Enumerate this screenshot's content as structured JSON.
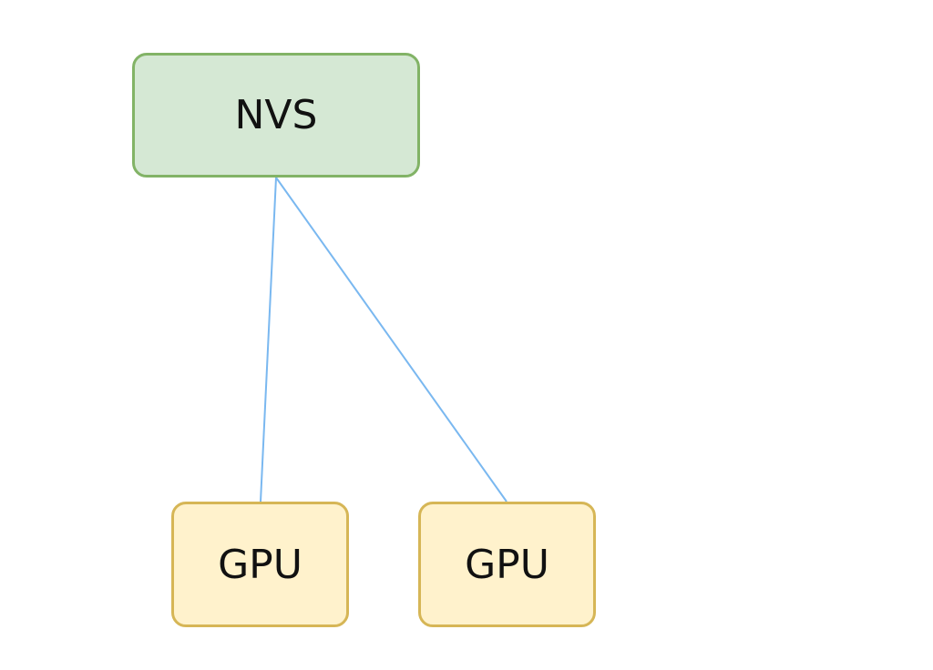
{
  "nodes": {
    "nvs": {
      "label": "NVS",
      "fill": "#d5e8d4",
      "stroke": "#82b366"
    },
    "gpu_1": {
      "label": "GPU",
      "fill": "#fff2cc",
      "stroke": "#d6b656"
    },
    "gpu_2": {
      "label": "GPU",
      "fill": "#fff2cc",
      "stroke": "#d6b656"
    }
  },
  "edges": [
    {
      "from": "nvs",
      "to": "gpu_1",
      "color": "#7ab8f0"
    },
    {
      "from": "nvs",
      "to": "gpu_2",
      "color": "#7ab8f0"
    }
  ]
}
